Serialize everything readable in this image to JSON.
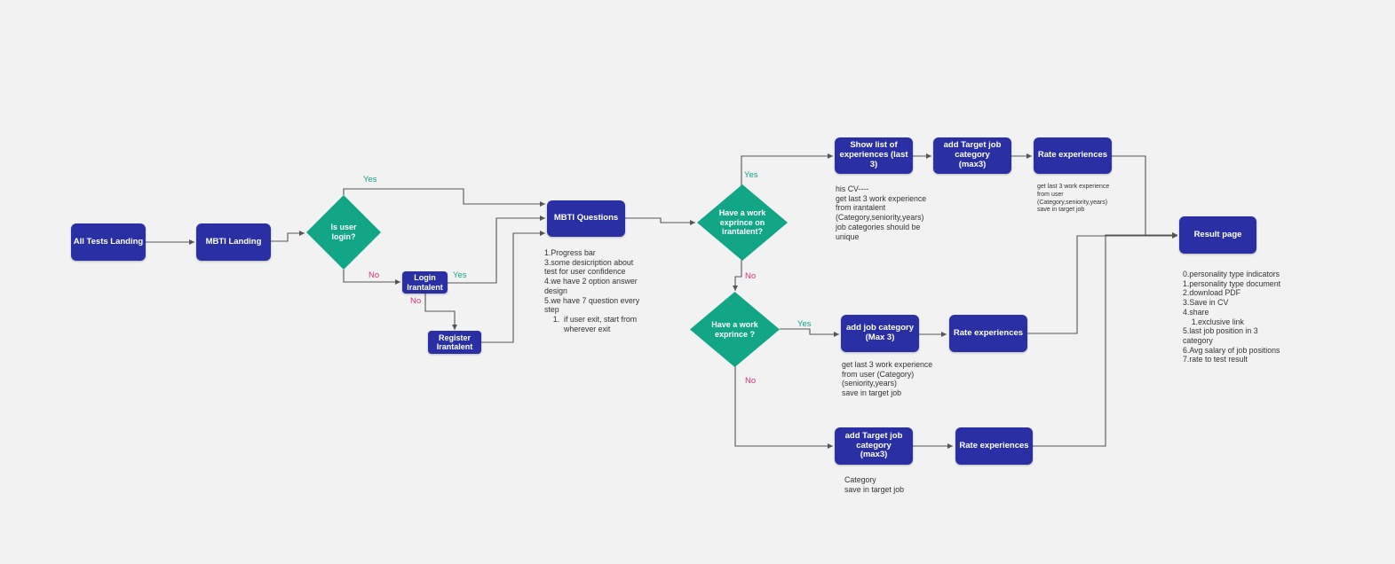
{
  "nodes": {
    "all_tests_landing": "All Tests Landing",
    "mbti_landing": "MBTI Landing",
    "is_user_login": "Is user\nlogin?",
    "login_irantalent": "Login\nIrantalent",
    "register_irantalent": "Register\nIrantalent",
    "mbti_questions": "MBTI Questions",
    "work_exp_on_irantalent": "Have a work\nexprince on\nirantalent?",
    "work_exp": "Have a work\nexprince ?",
    "show_list_experiences": "Show list of\nexperiences (last 3)",
    "add_target_job_top": "add Target job\ncategory\n(max3)",
    "rate_experiences_top": "Rate experiences",
    "add_job_category_mid": "add job category\n(Max 3)",
    "rate_experiences_mid": "Rate experiences",
    "add_target_job_bottom": "add Target job\ncategory\n(max3)",
    "rate_experiences_bottom": "Rate experiences",
    "result_page": "Result page"
  },
  "labels": {
    "yes_login": "Yes",
    "no_login": "No",
    "yes_login_box": "Yes",
    "no_login_box": "No",
    "yes_irantalent": "Yes",
    "no_irantalent": "No",
    "yes_work": "Yes",
    "no_work": "No"
  },
  "notes": {
    "mbti": [
      "1.Progress bar",
      "3.some desicription about",
      "test for user confidence",
      "4.we have 2 option answer",
      "design",
      "5.we have 7 question every",
      "step",
      "    1.  if user exit, start from",
      "         wherever exit"
    ],
    "cv": [
      "his CV----",
      "get last 3 work experience",
      "from irantalent",
      "(Category,seniority,years)",
      "job categories should be",
      "unique"
    ],
    "rate_top": [
      "get last 3 work experience",
      "from user",
      "(Category,seniority,years)",
      "save in target job"
    ],
    "job_cat": [
      "get last 3 work experience",
      "from user (Category)",
      "(seniority,years)",
      "save in target job"
    ],
    "target_bottom": [
      "Category",
      "save in target job"
    ],
    "result": [
      "0.personality type indicators",
      "1.personality type document",
      "2.download PDF",
      "3.Save in CV",
      "4.share",
      "    1.exclusive link",
      "5.last job position in 3",
      "category",
      "6.Avg salary of job positions",
      "7.rate to test result"
    ]
  },
  "colors": {
    "box": "#2a30a3",
    "diamond": "#12a586",
    "yes": "#12a586",
    "no": "#d8337a",
    "line": "#555555"
  }
}
